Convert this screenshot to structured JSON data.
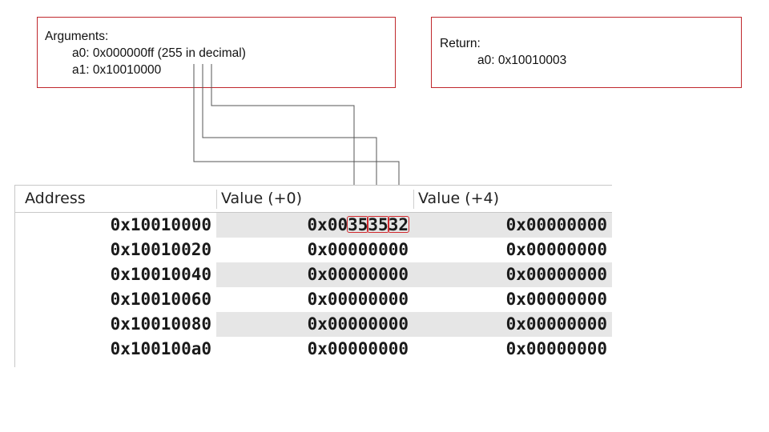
{
  "arguments": {
    "title": "Arguments:",
    "a0": "a0: 0x000000ff (255 in decimal)",
    "a1": "a1: 0x10010000"
  },
  "return": {
    "title": "Return:",
    "a0": "a0: 0x10010003"
  },
  "memory": {
    "headers": [
      "Address",
      "Value (+0)",
      "Value (+4)"
    ],
    "first_value_parts": [
      "0x00",
      "35",
      "35",
      "32"
    ],
    "rows": [
      {
        "address": "0x10010000",
        "v0": "0x00353532",
        "v4": "0x00000000"
      },
      {
        "address": "0x10010020",
        "v0": "0x00000000",
        "v4": "0x00000000"
      },
      {
        "address": "0x10010040",
        "v0": "0x00000000",
        "v4": "0x00000000"
      },
      {
        "address": "0x10010060",
        "v0": "0x00000000",
        "v4": "0x00000000"
      },
      {
        "address": "0x10010080",
        "v0": "0x00000000",
        "v4": "0x00000000"
      },
      {
        "address": "0x100100a0",
        "v0": "0x00000000",
        "v4": "0x00000000"
      }
    ]
  },
  "colors": {
    "highlight_border": "#d0282d",
    "box_border": "#c0282d",
    "row_shade": "#e6e6e6"
  }
}
